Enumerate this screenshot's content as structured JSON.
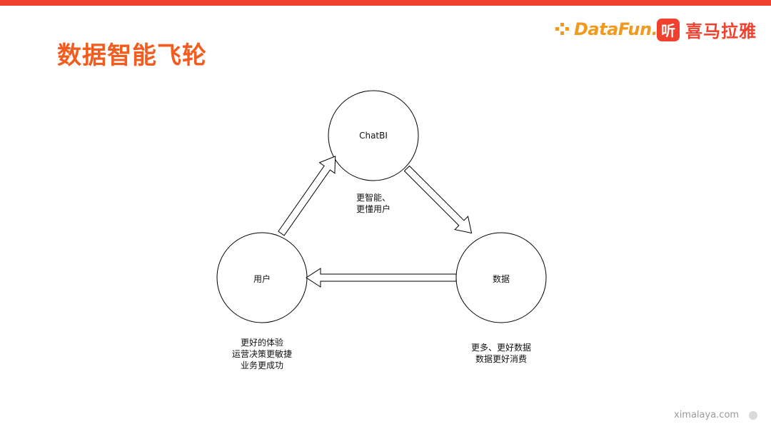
{
  "colors": {
    "accent": "#f0412f",
    "title": "#f25c1e",
    "datafun": "#f39a1e",
    "line": "#000000"
  },
  "header": {
    "title": "数据智能飞轮",
    "logo_datafun": "DataFun.",
    "logo_xm_badge": "听",
    "logo_xm_text": "喜马拉雅"
  },
  "diagram": {
    "nodes": {
      "chatbi": "ChatBI",
      "user": "用户",
      "data": "数据"
    },
    "captions": {
      "chatbi": [
        "更智能、",
        "更懂用户"
      ],
      "user": [
        "更好的体验",
        "运营决策更敏捷",
        "业务更成功"
      ],
      "data": [
        "更多、更好数据",
        "数据更好消费"
      ]
    }
  },
  "footer": {
    "url": "ximalaya.com"
  }
}
